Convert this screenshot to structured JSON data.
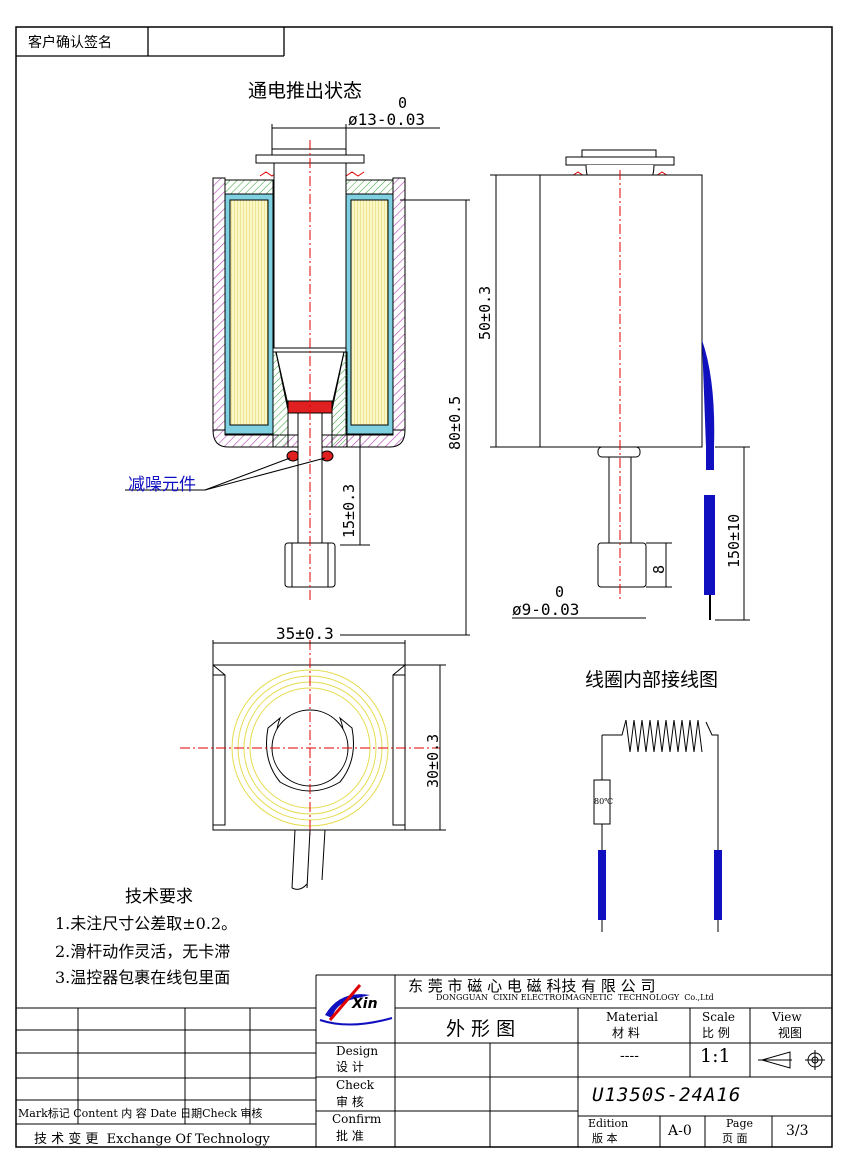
{
  "customer_sign": {
    "label": "客户确认签名",
    "value": ""
  },
  "view_title": "通电推出状态",
  "coil_title": "线圈内部接线图",
  "dimensions": {
    "plunger_dia_tol_upper": "0",
    "plunger_dia": "ø13-0.03",
    "body_length": "50±0.3",
    "total_length": "80±0.5",
    "stroke": "15±0.3",
    "width": "35±0.3",
    "height": "30±0.3",
    "head_len": "8",
    "lead_len": "150±10",
    "shaft_dia_tol_upper": "0",
    "shaft_dia": "ø9-0.03"
  },
  "noise_label": "减噪元件",
  "thermostat_label": "80℃",
  "tech_req": {
    "title": "技术要求",
    "items": [
      "1.未注尺寸公差取±0.2。",
      "2.滑杆动作灵活，无卡滞",
      "3.温控器包裹在线包里面"
    ]
  },
  "title_block": {
    "company_cn": "东 莞 市 磁 心 电 磁 科技 有 限 公 司",
    "company_en": "DONGGUAN  CIXIN ELECTROIMAGNETIC  TECHNOLOGY  Co.,Ltd",
    "logo_text": "Xin",
    "drawing_name": "外 形 图",
    "material_en": "Material",
    "material_cn": "材 料",
    "scale_en": "Scale",
    "scale_cn": "比 例",
    "view_en": "View",
    "view_cn": "视图",
    "material_value": "----",
    "scale_value": "1:1",
    "design_en": "Design",
    "design_cn": "设 计",
    "check_en": "Check",
    "check_cn": "审 核",
    "confirm_en": "Confirm",
    "confirm_cn": "批 准",
    "part_no": "U1350S-24A16",
    "edition_en": "Edition",
    "edition_cn": "版 本",
    "edition_value": "A-0",
    "page_en": "Page",
    "page_cn": "页 面",
    "page_value": "3/3",
    "rev_header": "Mark标记 Content 内 容 Date 日期Check 审核",
    "rev_footer": "技 术 变 更  Exchange Of Technology"
  },
  "colors": {
    "leader": "#1010c0",
    "centerline": "#e00000",
    "coil": "#f5f0a0",
    "hatch": "#b040b0",
    "foam": "#40b040"
  }
}
